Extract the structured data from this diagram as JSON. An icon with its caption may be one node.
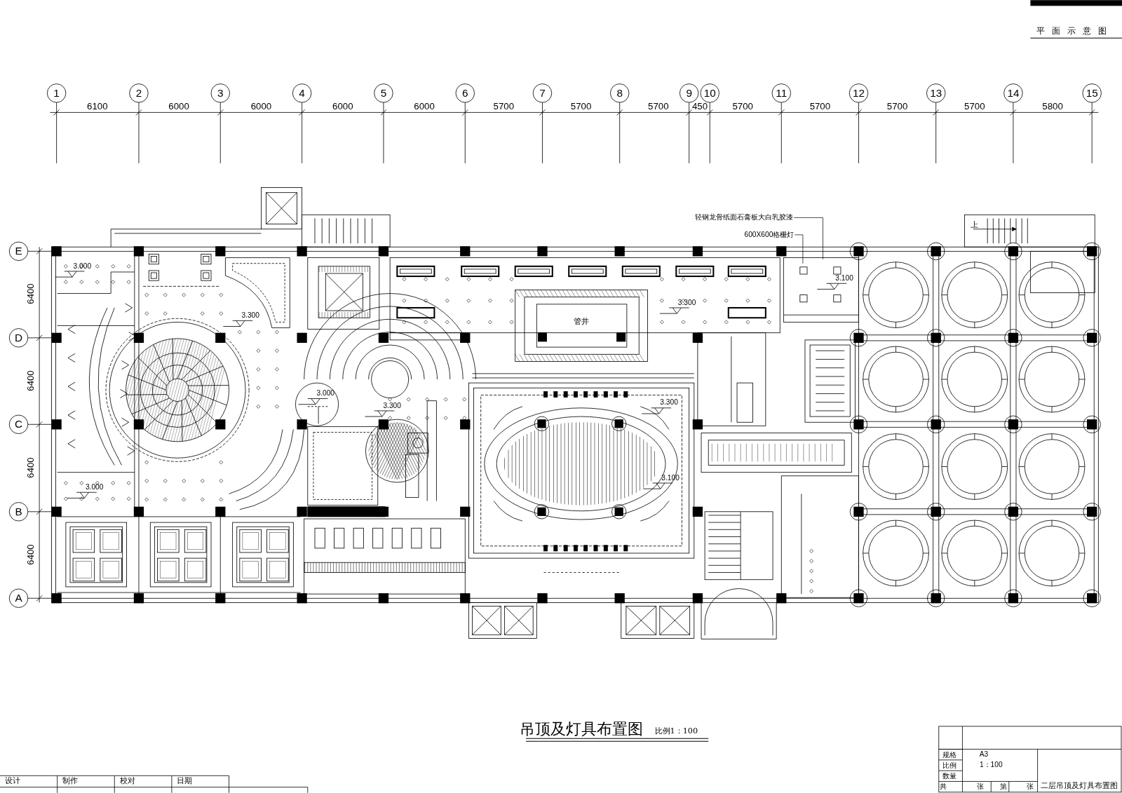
{
  "diagram": {
    "title": "吊顶及灯具布置图",
    "nodes": [
      {
        "text": [
          "轻钢龙骨纸面石膏板大白乳胶漆"
        ]
      },
      {
        "text": [
          "600X600格栅灯"
        ]
      }
    ],
    "edges": [
      {
        "from": 0,
        "to": null,
        "arrow": "none"
      },
      {
        "from": 1,
        "to": null,
        "arrow": "none"
      }
    ],
    "labels": [
      "平面示意图",
      "1",
      "2",
      "3",
      "4",
      "5",
      "6",
      "7",
      "8",
      "9",
      "10",
      "11",
      "12",
      "13",
      "14",
      "15",
      "6100",
      "6000",
      "6000",
      "6000",
      "6000",
      "5700",
      "5700",
      "5700",
      "450",
      "5700",
      "5700",
      "5700",
      "5700",
      "5800",
      "E",
      "D",
      "C",
      "B",
      "A",
      "6400",
      "6400",
      "6400",
      "6400",
      "3.000",
      "3.100",
      "3.300",
      "3.300",
      "3.000",
      "3.300",
      "3.300",
      "3.100",
      "3.000",
      "管井",
      "上",
      "比例1：100",
      "规格",
      "A3",
      "比例",
      "1：100",
      "数量",
      "共",
      "张",
      "第",
      "张",
      "二层吊顶及灯具布置图",
      "设计",
      "制作",
      "校对",
      "日期"
    ]
  }
}
